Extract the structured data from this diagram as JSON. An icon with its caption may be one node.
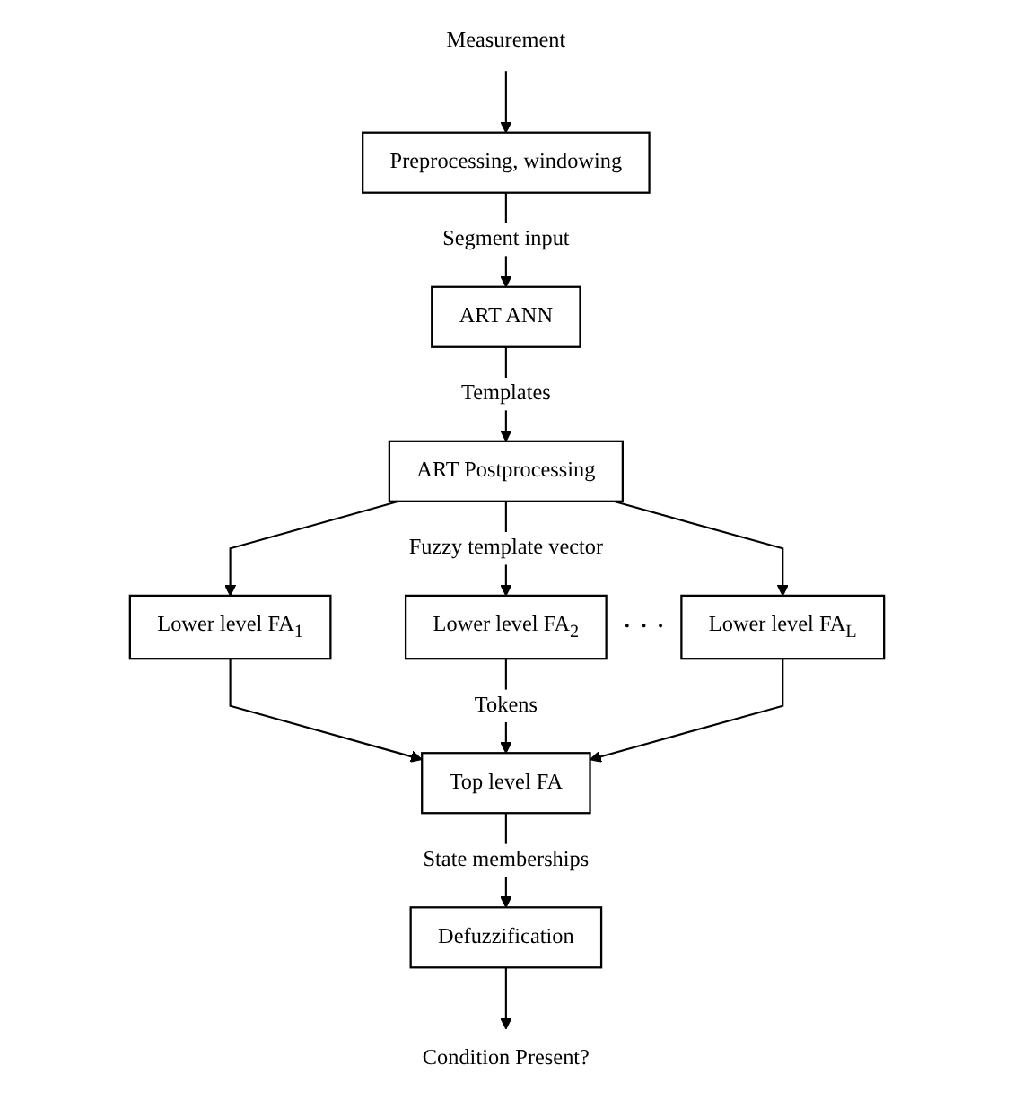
{
  "diagram": {
    "nodes": [
      {
        "text": [
          "Measurement"
        ]
      },
      {
        "text": [
          "Preprocessing, windowing"
        ]
      },
      {
        "text": [
          "ART ANN"
        ]
      },
      {
        "text": [
          "ART Postprocessing"
        ]
      },
      {
        "text": [
          "Lower level FA$_{1}$"
        ]
      },
      {
        "text": [
          "Lower level FA$_{2}$"
        ]
      },
      {
        "text": [
          "Lower level FA$_{L}$"
        ]
      },
      {
        "text": [
          "Top level FA"
        ]
      },
      {
        "text": [
          "Defuzzification"
        ]
      },
      {
        "text": [
          "Condition Present?"
        ]
      }
    ],
    "edges": [
      {
        "from": 0,
        "to": 1,
        "arrow": "to"
      },
      {
        "from": 1,
        "to": 2,
        "arrow": "to",
        "label": "Segment input"
      },
      {
        "from": 2,
        "to": 3,
        "arrow": "to",
        "label": "Templates"
      },
      {
        "from": 3,
        "to": 4,
        "arrow": "to"
      },
      {
        "from": 3,
        "to": 5,
        "arrow": "to",
        "label": "Fuzzy template vector"
      },
      {
        "from": 3,
        "to": 6,
        "arrow": "to"
      },
      {
        "from": 4,
        "to": 7,
        "arrow": "to"
      },
      {
        "from": 5,
        "to": 7,
        "arrow": "to",
        "label": "Tokens"
      },
      {
        "from": 6,
        "to": 7,
        "arrow": "to"
      },
      {
        "from": 7,
        "to": 8,
        "arrow": "to",
        "label": "State memberships"
      },
      {
        "from": 8,
        "to": 9,
        "arrow": "to"
      }
    ],
    "labels": [
      "· · ·"
    ]
  }
}
